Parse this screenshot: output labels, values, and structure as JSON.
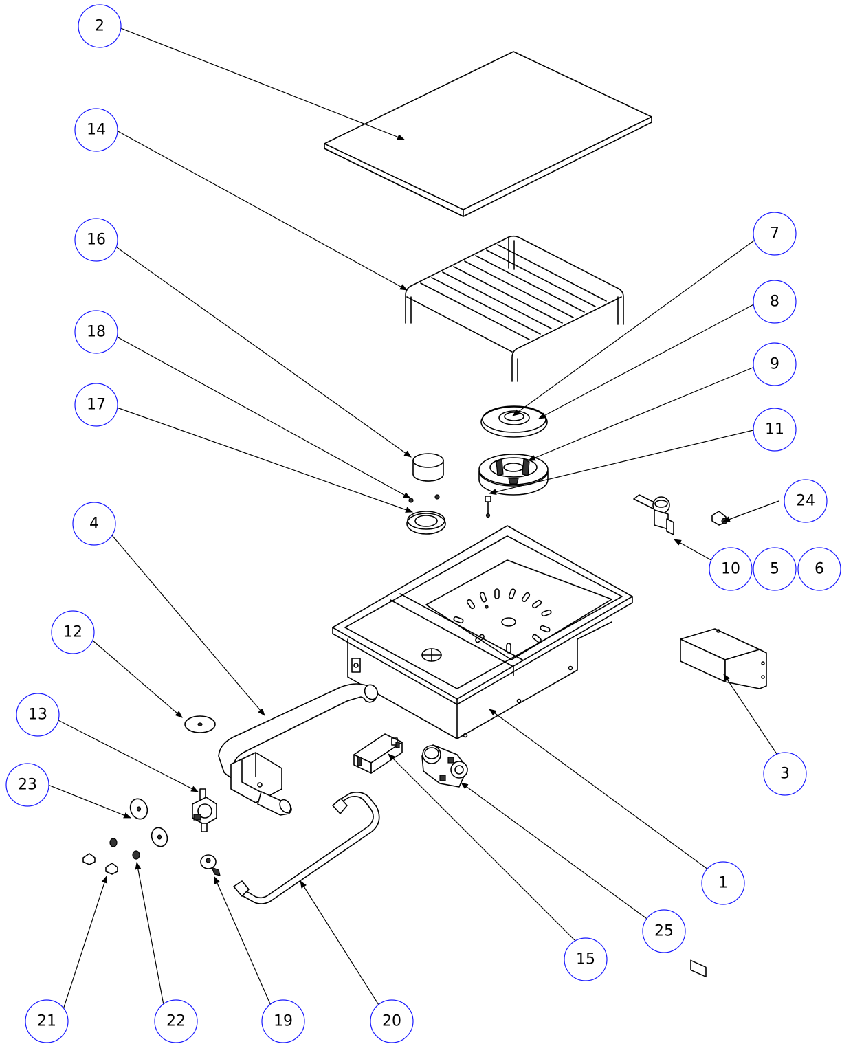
{
  "balloons": [
    "2",
    "14",
    "16",
    "18",
    "17",
    "4",
    "12",
    "13",
    "23",
    "21",
    "22",
    "19",
    "20",
    "15",
    "25",
    "1",
    "3",
    "10",
    "5",
    "6",
    "24",
    "11",
    "9",
    "8",
    "7"
  ],
  "colors": {
    "balloon_outline": "#1a1aff",
    "line": "#000000",
    "background": "#ffffff"
  }
}
